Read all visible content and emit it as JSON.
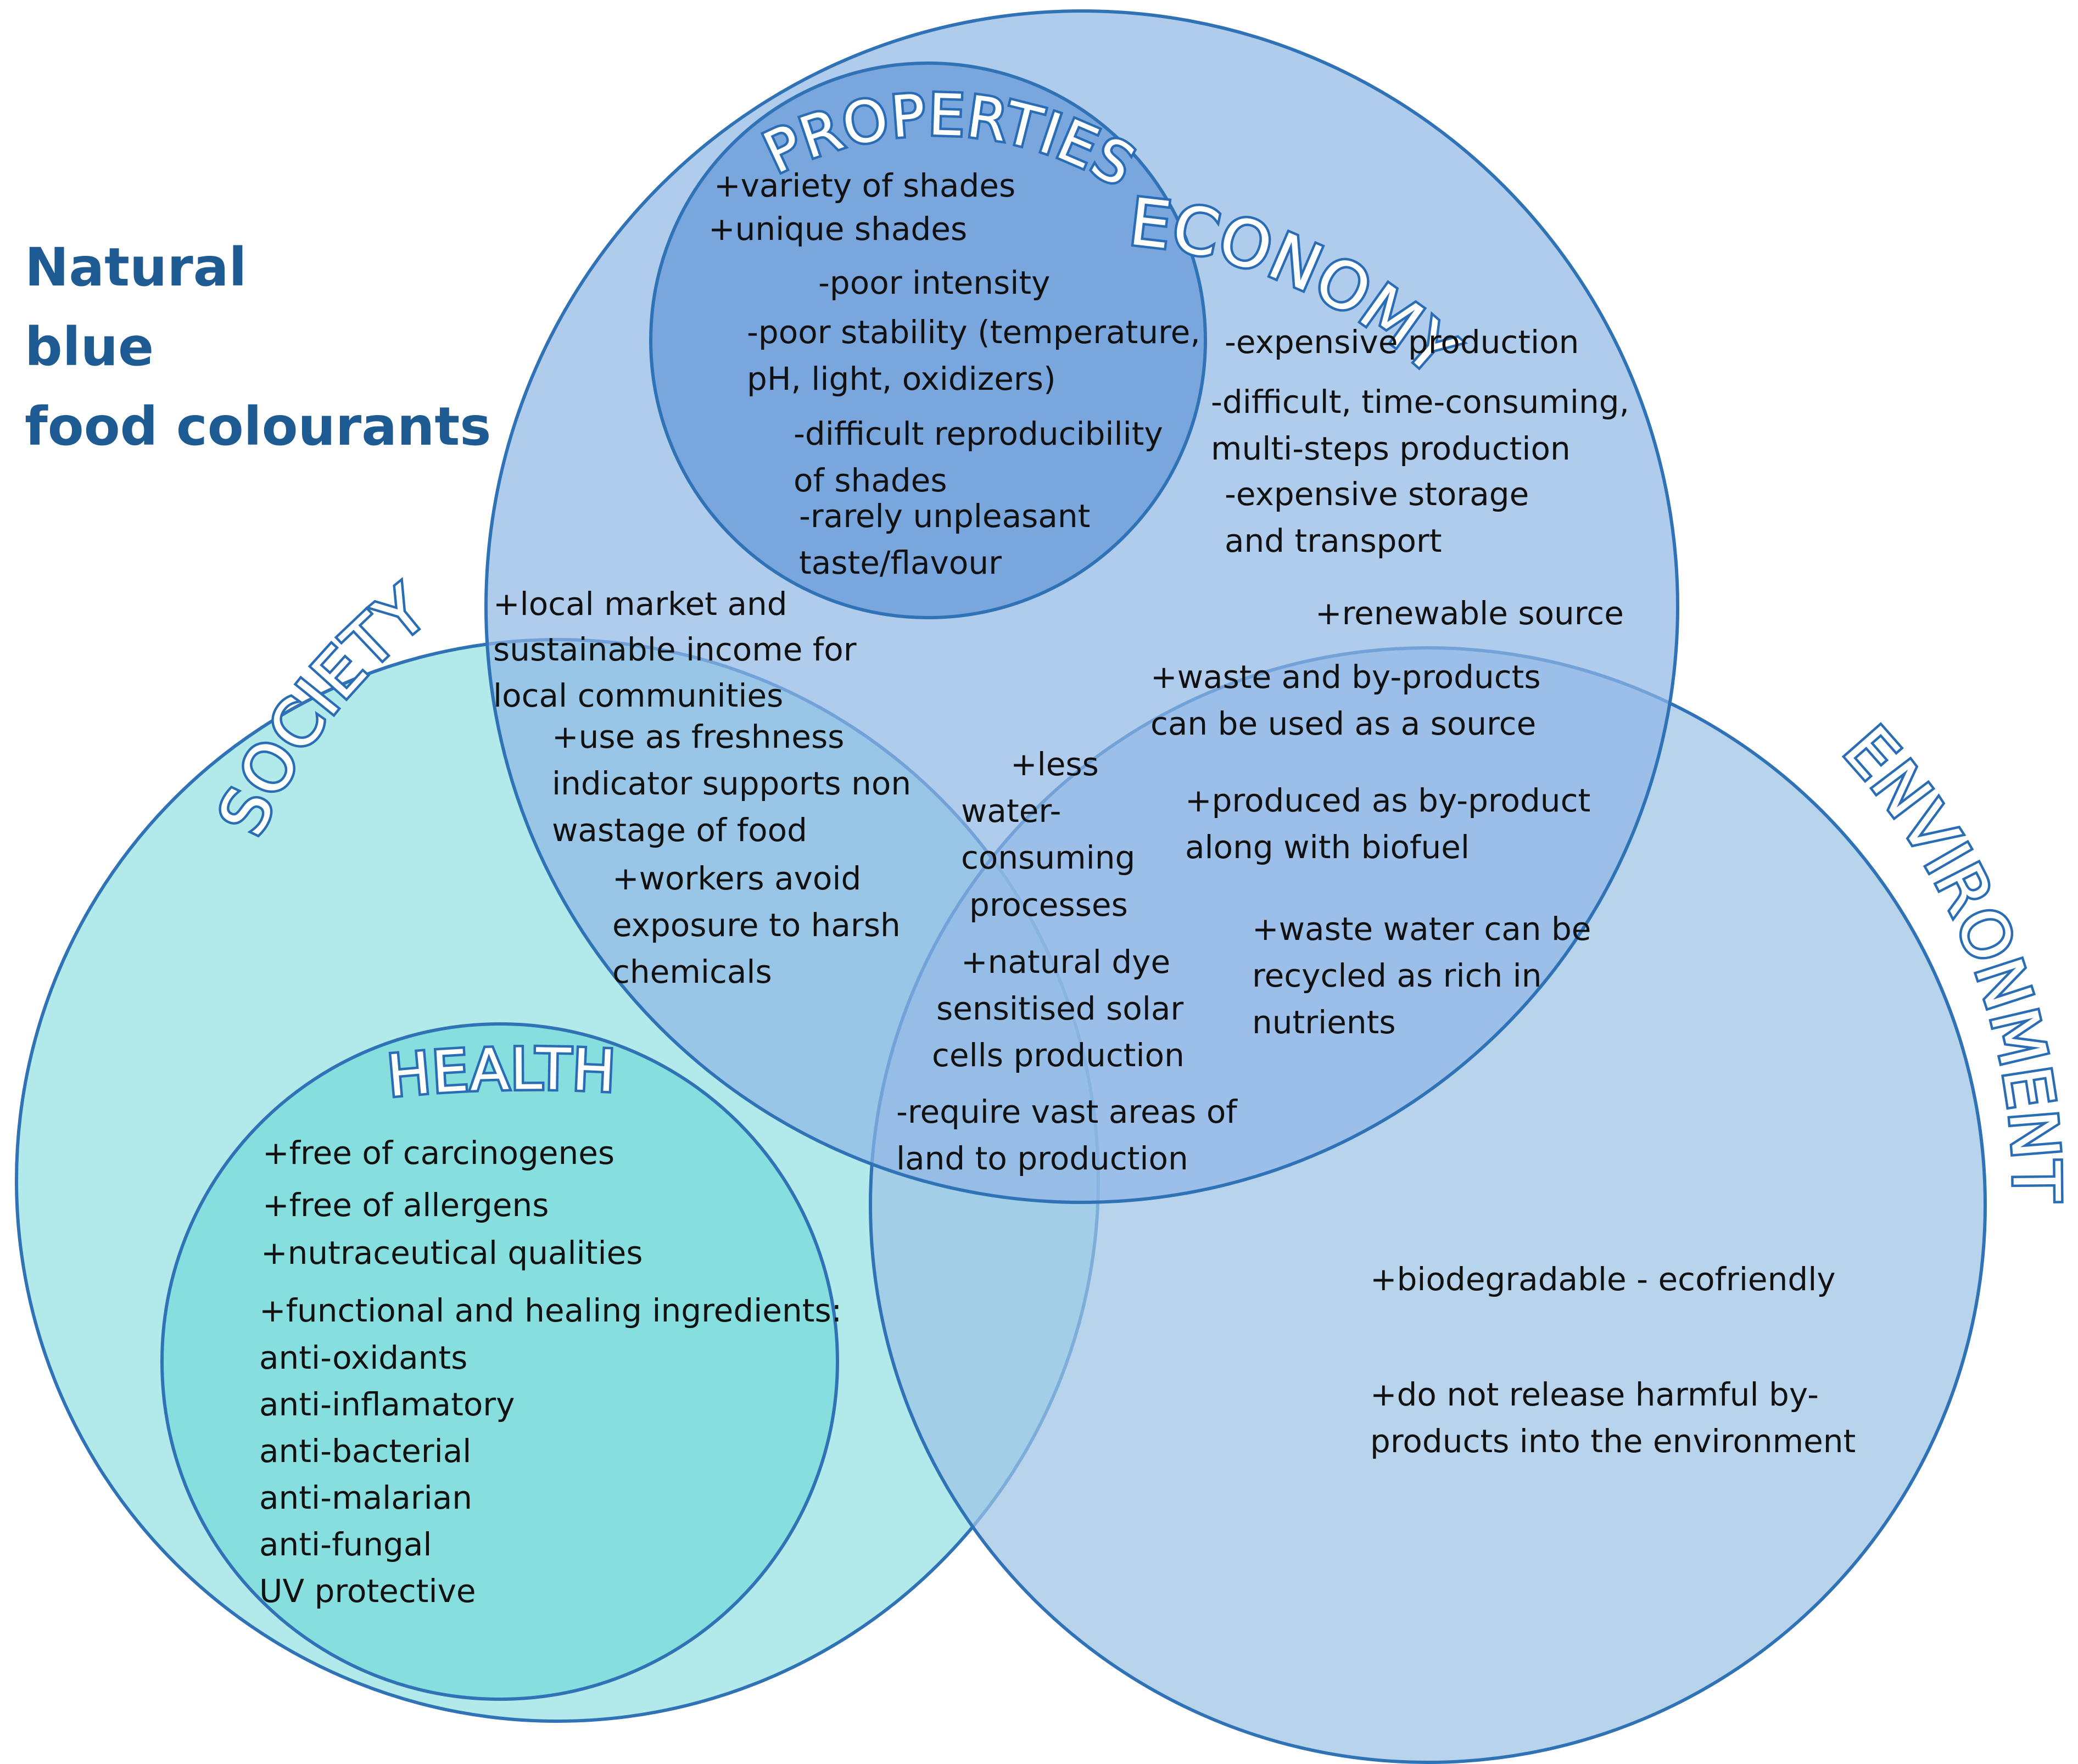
{
  "title": {
    "lines": [
      "Natural",
      "blue",
      "food colourants"
    ],
    "color": "#1f5b93"
  },
  "colors": {
    "society_fill": "#aee8e9",
    "health_fill": "#7fdcdc",
    "economy_fill": "#8fb6e6",
    "environment_fill": "#9cc3e6",
    "properties_fill": "#6e9fd9",
    "circle_stroke": "#2f72b6",
    "label_outline": "#2a6db5"
  },
  "circles": {
    "economy": {
      "label": "ECONOMY",
      "items": [
        "-expensive production",
        "-difficult, time-consuming,",
        "multi-steps production",
        "-expensive storage",
        "and transport"
      ]
    },
    "properties": {
      "label": "PROPERTIES",
      "items": [
        "+variety of shades",
        "+unique shades",
        "-poor intensity",
        "-poor stability (temperature,",
        "pH, light, oxidizers)",
        "-difficult reproducibility",
        "of shades",
        "-rarely unpleasant",
        "taste/flavour"
      ]
    },
    "society": {
      "label": "SOCIETY"
    },
    "health": {
      "label": "HEALTH",
      "items": [
        "+free of carcinogenes",
        "+free of allergens",
        "+nutraceutical qualities",
        "+functional and healing ingredients:",
        "anti-oxidants",
        "anti-inflamatory",
        "anti-bacterial",
        "anti-malarian",
        "anti-fungal",
        "UV protective"
      ]
    },
    "environment": {
      "label": "ENVIRONMENT",
      "items": [
        "+biodegradable - ecofriendly",
        "+do not release harmful by-",
        "products into the environment"
      ]
    }
  },
  "overlaps": {
    "society_economy": [
      "+local market and",
      "sustainable income for",
      "local communities",
      "+use as freshness",
      "indicator supports non",
      "wastage of food",
      "+workers avoid",
      "exposure to harsh",
      "chemicals"
    ],
    "economy_environment": [
      "+renewable source",
      "+waste and by-products",
      "can be used as a source",
      "+produced as by-product",
      "along with biofuel",
      "+waste water can be",
      "recycled as rich in",
      "nutrients"
    ],
    "all_three": [
      "+less",
      "water-",
      "consuming",
      "processes",
      "+natural dye",
      "sensitised solar",
      "cells production",
      "-require vast areas of",
      "land to production"
    ]
  }
}
